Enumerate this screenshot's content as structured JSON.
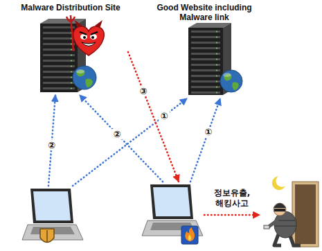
{
  "diagram": {
    "nodes": [
      {
        "text": [
          "Malware Distribution Site"
        ]
      },
      {
        "text": [
          "Good Website including Malware link"
        ]
      },
      {
        "text": []
      },
      {
        "text": []
      },
      {
        "text": []
      }
    ],
    "edges": [
      {
        "from": 2,
        "to": 0,
        "arrow": "to",
        "label": "②"
      },
      {
        "from": 3,
        "to": 0,
        "arrow": "to",
        "label": "②"
      },
      {
        "from": 2,
        "to": 1,
        "arrow": "to",
        "label": "①"
      },
      {
        "from": 3,
        "to": 1,
        "arrow": "to",
        "label": "①"
      },
      {
        "from": 0,
        "to": 3,
        "arrow": "to",
        "label": "③"
      },
      {
        "from": 3,
        "to": 4,
        "arrow": "to",
        "label": "정보유출, 해킹사고"
      }
    ]
  }
}
